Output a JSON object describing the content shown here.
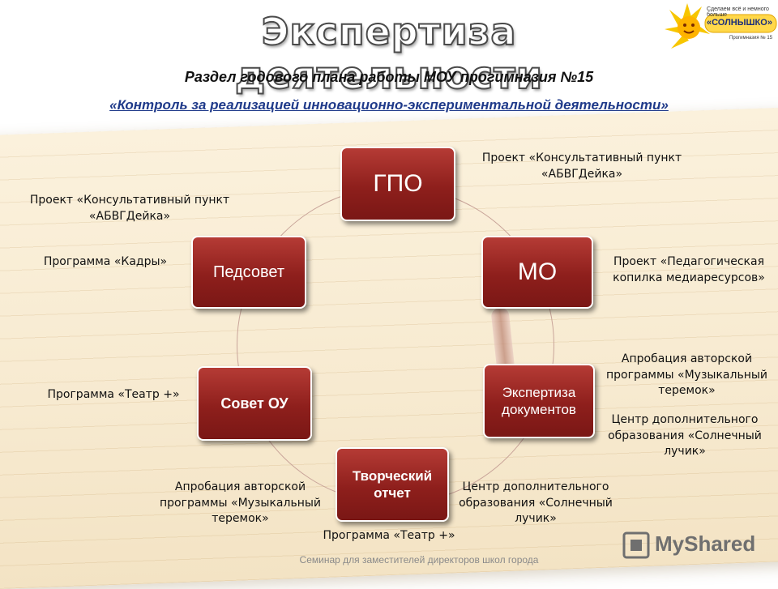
{
  "title": "Экспертиза деятельности",
  "logo": {
    "name": "«СОЛНЫШКО»",
    "tagline": "Сделаем всё и немного больше",
    "caption": "Прогимназия № 15"
  },
  "subtitle": "Раздел годового плана работы МОУ прогимназия №15",
  "subtitle_link": "«Контроль за реализацией инновационно-экспериментальной деятельности»",
  "nodes": {
    "gpo": "ГПО",
    "mo": "МО",
    "pedsovet": "Педсовет",
    "expertiza": "Экспертиза документов",
    "tvorchesky": "Творческий отчет",
    "sovet": "Совет ОУ"
  },
  "labels": {
    "gpo_project": "Проект «Консультативный пункт «АБВГДейка»",
    "left_project": "Проект «Консультативный пункт «АБВГДейка»",
    "kadry": "Программа «Кадры»",
    "mo_project": "Проект «Педагогическая копилка медиаресурсов»",
    "approbation_right": "Апробация авторской программы «Музыкальный теремок»",
    "center_right": "Центр дополнительного образования «Солнечный лучик»",
    "teatr_left": "Программа «Театр +»",
    "approbation_bottom": "Апробация авторской программы «Музыкальный теремок»",
    "center_bottom": "Центр дополнительного образования «Солнечный лучик»",
    "teatr_bottom": "Программа «Театр +»"
  },
  "footer": "Семинар для заместителей директоров школ города",
  "watermark": "MyShared",
  "colors": {
    "node": "#8e1f1c",
    "link": "#1f3a8a",
    "circle": "#c9a59a"
  }
}
